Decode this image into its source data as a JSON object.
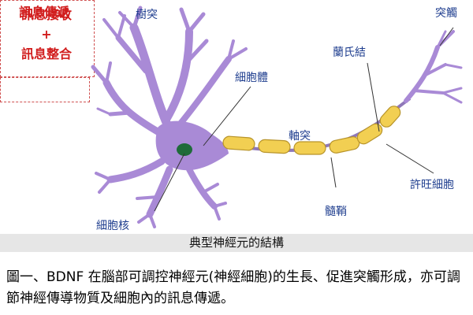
{
  "labels": {
    "dendrite": "樹突",
    "synapse": "突觸",
    "node_of_ranvier": "蘭氏結",
    "soma": "細胞體",
    "axon": "軸突",
    "schwann_cell": "許旺細胞",
    "myelin": "髓鞘",
    "nucleus": "細胞核"
  },
  "boxes": {
    "receive_line1": "訊息接收",
    "plus": "+",
    "receive_line2": "訊息整合",
    "transmit": "訊息傳遞"
  },
  "diagram_caption": "典型神經元的結構",
  "figure_caption": "圖一、BDNF 在腦部可調控神經元(神經細胞)的生長、促進突觸形成，亦可調節神經傳導物質及細胞內的訊息傳遞。",
  "colors": {
    "neuron": "#a98ad6",
    "myelin": "#f2cf52",
    "nucleus": "#1f6b3a",
    "label": "#1f3e8f",
    "highlight": "#d11d1d"
  }
}
